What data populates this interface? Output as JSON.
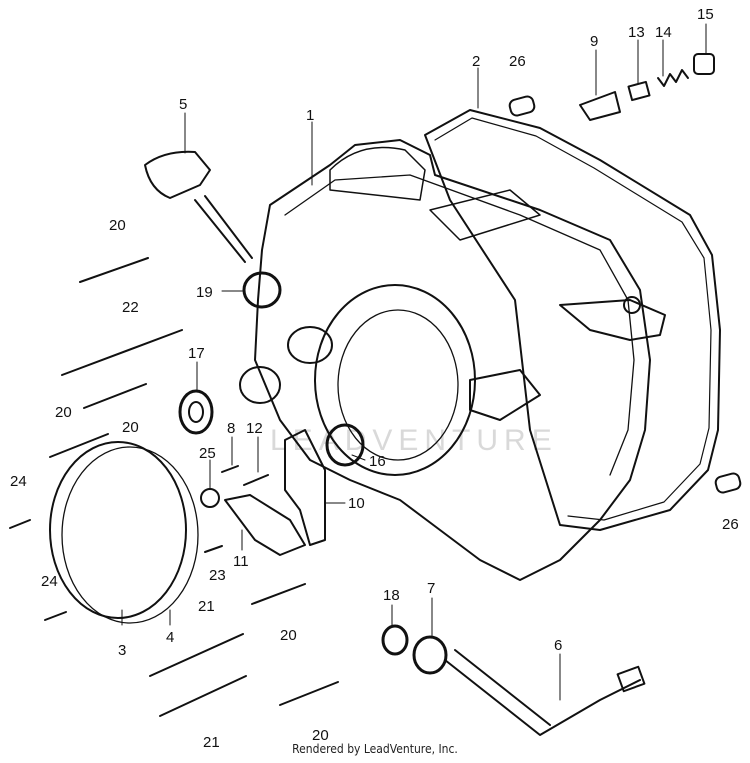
{
  "watermark_text": "LEADVENTURE",
  "credit": "Rendered by LeadVenture, Inc.",
  "callouts": [
    "1",
    "2",
    "3",
    "4",
    "5",
    "6",
    "7",
    "8",
    "9",
    "10",
    "11",
    "12",
    "13",
    "14",
    "15",
    "16",
    "17",
    "18",
    "19",
    "20",
    "20",
    "20",
    "20",
    "20",
    "21",
    "21",
    "22",
    "23",
    "24",
    "24",
    "25",
    "26",
    "26"
  ]
}
